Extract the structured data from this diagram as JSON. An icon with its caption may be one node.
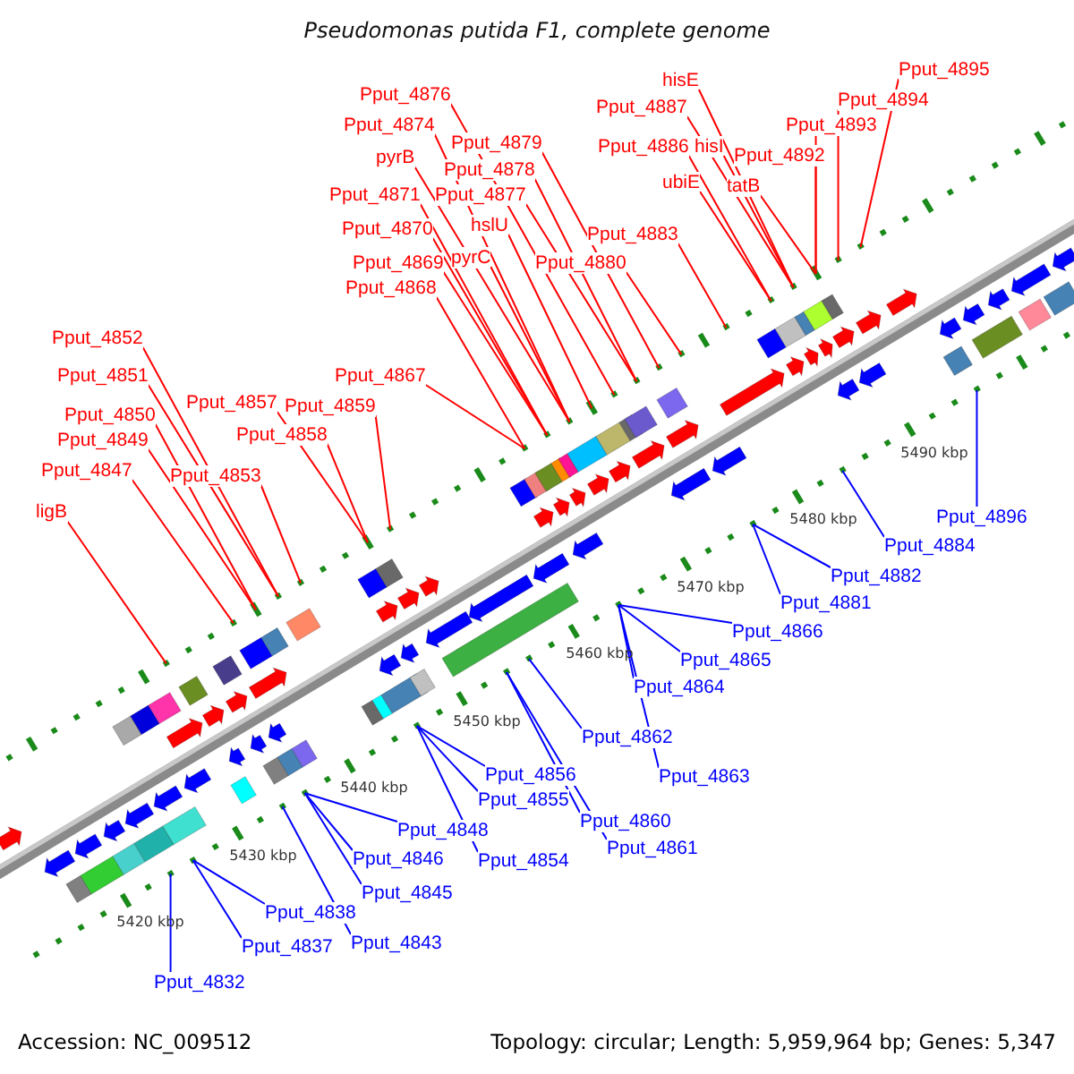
{
  "diagram": {
    "title": "Pseudomonas putida F1, complete genome",
    "nodes": [
      {
        "text": [
          "Pput_4895"
        ]
      },
      {
        "text": [
          "Pput_4894"
        ]
      },
      {
        "text": [
          "Pput_4893"
        ]
      },
      {
        "text": [
          "hisE"
        ]
      },
      {
        "text": [
          "Pput_4887"
        ]
      },
      {
        "text": [
          "Pput_4892"
        ]
      },
      {
        "text": [
          "Pput_4886"
        ]
      },
      {
        "text": [
          "hisI"
        ]
      },
      {
        "text": [
          "ubiE"
        ]
      },
      {
        "text": [
          "tatB"
        ]
      },
      {
        "text": [
          "Pput_4876"
        ]
      },
      {
        "text": [
          "Pput_4874"
        ]
      },
      {
        "text": [
          "Pput_4879"
        ]
      },
      {
        "text": [
          "pyrB"
        ]
      },
      {
        "text": [
          "Pput_4878"
        ]
      },
      {
        "text": [
          "Pput_4871"
        ]
      },
      {
        "text": [
          "Pput_4877"
        ]
      },
      {
        "text": [
          "hslU"
        ]
      },
      {
        "text": [
          "Pput_4870"
        ]
      },
      {
        "text": [
          "Pput_4883"
        ]
      },
      {
        "text": [
          "pyrC"
        ]
      },
      {
        "text": [
          "Pput_4869"
        ]
      },
      {
        "text": [
          "Pput_4880"
        ]
      },
      {
        "text": [
          "Pput_4868"
        ]
      },
      {
        "text": [
          "Pput_4852"
        ]
      },
      {
        "text": [
          "Pput_4851"
        ]
      },
      {
        "text": [
          "Pput_4867"
        ]
      },
      {
        "text": [
          "Pput_4857"
        ]
      },
      {
        "text": [
          "Pput_4859"
        ]
      },
      {
        "text": [
          "Pput_4850"
        ]
      },
      {
        "text": [
          "Pput_4858"
        ]
      },
      {
        "text": [
          "Pput_4849"
        ]
      },
      {
        "text": [
          "Pput_4847"
        ]
      },
      {
        "text": [
          "Pput_4853"
        ]
      },
      {
        "text": [
          "ligB"
        ]
      },
      {
        "text": [
          "Pput_4896"
        ]
      },
      {
        "text": [
          "Pput_4884"
        ]
      },
      {
        "text": [
          "Pput_4882"
        ]
      },
      {
        "text": [
          "Pput_4881"
        ]
      },
      {
        "text": [
          "Pput_4866"
        ]
      },
      {
        "text": [
          "Pput_4865"
        ]
      },
      {
        "text": [
          "Pput_4864"
        ]
      },
      {
        "text": [
          "Pput_4862"
        ]
      },
      {
        "text": [
          "Pput_4863"
        ]
      },
      {
        "text": [
          "Pput_4856"
        ]
      },
      {
        "text": [
          "Pput_4855"
        ]
      },
      {
        "text": [
          "Pput_4860"
        ]
      },
      {
        "text": [
          "Pput_4848"
        ]
      },
      {
        "text": [
          "Pput_4861"
        ]
      },
      {
        "text": [
          "Pput_4846"
        ]
      },
      {
        "text": [
          "Pput_4854"
        ]
      },
      {
        "text": [
          "Pput_4845"
        ]
      },
      {
        "text": [
          "Pput_4838"
        ]
      },
      {
        "text": [
          "Pput_4843"
        ]
      },
      {
        "text": [
          "Pput_4837"
        ]
      },
      {
        "text": [
          "Pput_4832"
        ]
      }
    ],
    "edges": [
      {
        "from": 0,
        "to": null,
        "arrow": "none"
      },
      {
        "from": 1,
        "to": null,
        "arrow": "none"
      },
      {
        "from": 2,
        "to": null,
        "arrow": "none"
      },
      {
        "from": 3,
        "to": null,
        "arrow": "none"
      },
      {
        "from": 4,
        "to": null,
        "arrow": "none"
      },
      {
        "from": 5,
        "to": null,
        "arrow": "none"
      },
      {
        "from": 6,
        "to": null,
        "arrow": "none"
      },
      {
        "from": 7,
        "to": null,
        "arrow": "none"
      },
      {
        "from": 8,
        "to": null,
        "arrow": "none"
      },
      {
        "from": 9,
        "to": null,
        "arrow": "none"
      },
      {
        "from": 10,
        "to": null,
        "arrow": "none"
      },
      {
        "from": 11,
        "to": null,
        "arrow": "none"
      },
      {
        "from": 12,
        "to": null,
        "arrow": "none"
      },
      {
        "from": 13,
        "to": null,
        "arrow": "none"
      },
      {
        "from": 14,
        "to": null,
        "arrow": "none"
      },
      {
        "from": 15,
        "to": null,
        "arrow": "none"
      },
      {
        "from": 16,
        "to": null,
        "arrow": "none"
      },
      {
        "from": 17,
        "to": null,
        "arrow": "none"
      },
      {
        "from": 18,
        "to": null,
        "arrow": "none"
      },
      {
        "from": 19,
        "to": null,
        "arrow": "none"
      },
      {
        "from": 20,
        "to": null,
        "arrow": "none"
      },
      {
        "from": 21,
        "to": null,
        "arrow": "none"
      },
      {
        "from": 22,
        "to": null,
        "arrow": "none"
      },
      {
        "from": 23,
        "to": null,
        "arrow": "none"
      },
      {
        "from": 24,
        "to": null,
        "arrow": "none"
      },
      {
        "from": 25,
        "to": null,
        "arrow": "none"
      },
      {
        "from": 26,
        "to": null,
        "arrow": "none"
      },
      {
        "from": 27,
        "to": null,
        "arrow": "none"
      },
      {
        "from": 28,
        "to": null,
        "arrow": "none"
      },
      {
        "from": 29,
        "to": null,
        "arrow": "none"
      },
      {
        "from": 30,
        "to": null,
        "arrow": "none"
      },
      {
        "from": 31,
        "to": null,
        "arrow": "none"
      },
      {
        "from": 32,
        "to": null,
        "arrow": "none"
      },
      {
        "from": 33,
        "to": null,
        "arrow": "none"
      },
      {
        "from": 34,
        "to": null,
        "arrow": "none"
      },
      {
        "from": 35,
        "to": null,
        "arrow": "none",
        "color": "#0000ff"
      },
      {
        "from": 36,
        "to": null,
        "arrow": "none",
        "color": "#0000ff"
      },
      {
        "from": 37,
        "to": null,
        "arrow": "none",
        "color": "#0000ff"
      },
      {
        "from": 38,
        "to": null,
        "arrow": "none",
        "color": "#0000ff"
      },
      {
        "from": 39,
        "to": null,
        "arrow": "none",
        "color": "#0000ff"
      },
      {
        "from": 40,
        "to": null,
        "arrow": "none",
        "color": "#0000ff"
      },
      {
        "from": 41,
        "to": null,
        "arrow": "none",
        "color": "#0000ff"
      },
      {
        "from": 42,
        "to": null,
        "arrow": "none",
        "color": "#0000ff"
      },
      {
        "from": 43,
        "to": null,
        "arrow": "none",
        "color": "#0000ff"
      },
      {
        "from": 44,
        "to": null,
        "arrow": "none",
        "color": "#0000ff"
      },
      {
        "from": 45,
        "to": null,
        "arrow": "none",
        "color": "#0000ff"
      },
      {
        "from": 46,
        "to": null,
        "arrow": "none",
        "color": "#0000ff"
      },
      {
        "from": 47,
        "to": null,
        "arrow": "none",
        "color": "#0000ff"
      },
      {
        "from": 48,
        "to": null,
        "arrow": "none",
        "color": "#0000ff"
      },
      {
        "from": 49,
        "to": null,
        "arrow": "none",
        "color": "#0000ff"
      },
      {
        "from": 50,
        "to": null,
        "arrow": "none",
        "color": "#0000ff"
      },
      {
        "from": 51,
        "to": null,
        "arrow": "none",
        "color": "#0000ff"
      },
      {
        "from": 52,
        "to": null,
        "arrow": "none",
        "color": "#0000ff"
      },
      {
        "from": 53,
        "to": null,
        "arrow": "none",
        "color": "#0000ff"
      },
      {
        "from": 54,
        "to": null,
        "arrow": "none",
        "color": "#0000ff"
      },
      {
        "from": 55,
        "to": null,
        "arrow": "none",
        "color": "#0000ff"
      }
    ],
    "labels": [
      "5490 kbp",
      "5480 kbp",
      "5470 kbp",
      "5460 kbp",
      "5450 kbp",
      "5440 kbp",
      "5430 kbp",
      "5420 kbp",
      "Accession: NC_009512",
      "Topology: circular; Length: 5,959,964 bp; Genes: 5,347"
    ]
  }
}
